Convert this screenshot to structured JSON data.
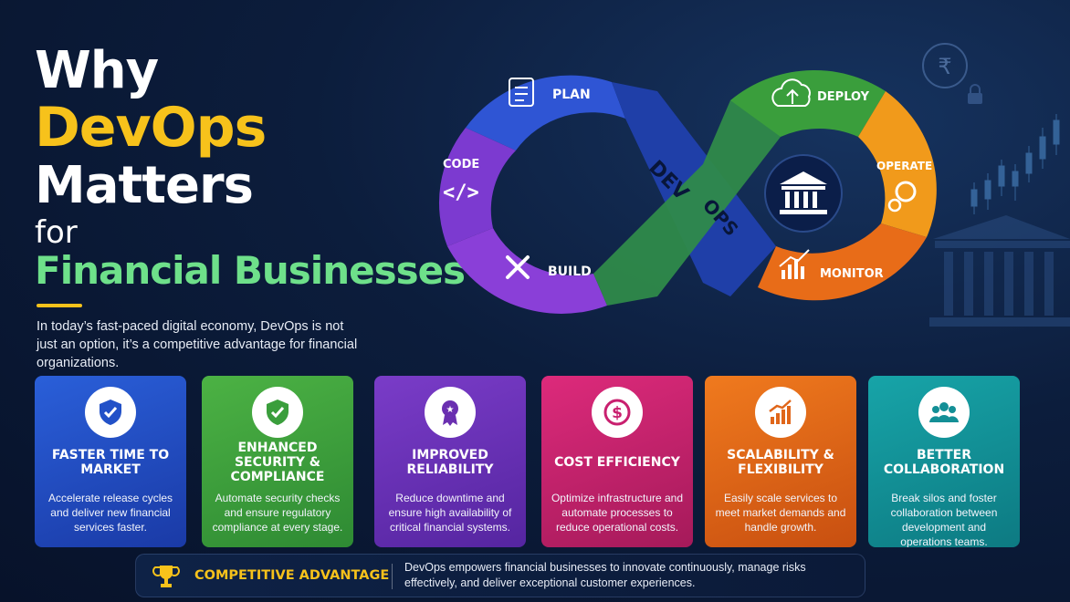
{
  "title": {
    "line1": "Why",
    "line2": "DevOps",
    "line3": "Matters",
    "line4": "for",
    "line5": "Financial Businesses"
  },
  "intro": "In today’s fast-paced digital economy, DevOps is not just an option, it’s a competitive advantage for financial organizations.",
  "loop": {
    "stages": [
      "PLAN",
      "CODE",
      "BUILD",
      "DEPLOY",
      "OPERATE",
      "MONITOR"
    ],
    "dev_label": "DEV",
    "ops_label": "OPS"
  },
  "cards": [
    {
      "title": "FASTER TIME TO MARKET",
      "desc": "Accelerate release cycles and deliver new financial services faster.",
      "icon": "shield-check-icon",
      "color": "#2251c8"
    },
    {
      "title": "ENHANCED SECURITY & COMPLIANCE",
      "desc": "Automate security checks and ensure regulatory compliance at every stage.",
      "icon": "shield-check-icon",
      "color": "#3a9e3c"
    },
    {
      "title": "IMPROVED RELIABILITY",
      "desc": "Reduce downtime and ensure high availability of critical financial systems.",
      "icon": "award-ribbon-icon",
      "color": "#6a2fb0"
    },
    {
      "title": "COST EFFICIENCY",
      "desc": "Optimize infrastructure and automate processes to reduce operational costs.",
      "icon": "dollar-coin-icon",
      "color": "#c9206f"
    },
    {
      "title": "SCALABILITY & FLEXIBILITY",
      "desc": "Easily scale services to meet market demands and handle growth.",
      "icon": "growth-chart-icon",
      "color": "#e0661a"
    },
    {
      "title": "BETTER COLLABORATION",
      "desc": "Break silos and foster collaboration between development and operations teams.",
      "icon": "team-icon",
      "color": "#138f96"
    }
  ],
  "banner": {
    "label": "COMPETITIVE ADVANTAGE",
    "text": "DevOps empowers financial businesses to innovate continuously, manage risks effectively, and deliver exceptional customer experiences."
  },
  "colors": {
    "accent_yellow": "#f7c21b",
    "accent_green": "#6ee08a",
    "background": "#0c1d3c"
  }
}
